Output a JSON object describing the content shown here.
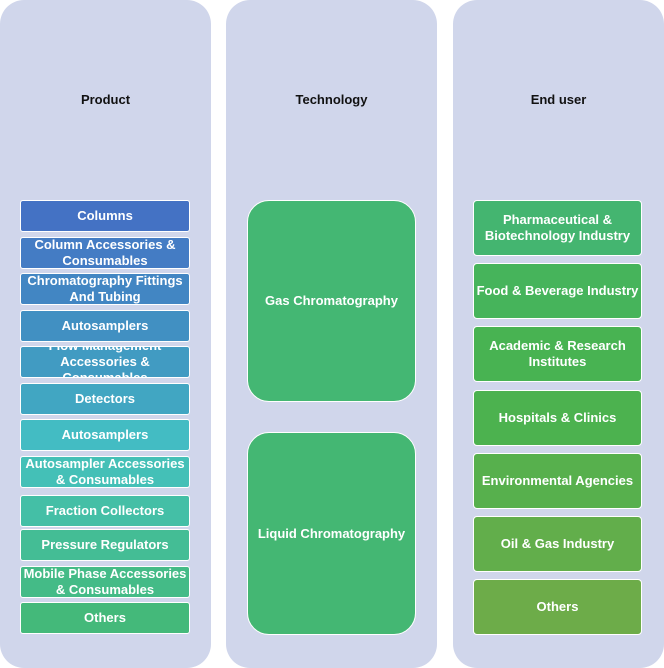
{
  "columns": [
    {
      "title": "Product"
    },
    {
      "title": "Technology"
    },
    {
      "title": "End user"
    }
  ],
  "product": {
    "items": [
      {
        "label": "Columns",
        "color": "#4472c4"
      },
      {
        "label": "Column Accessories & Consumables",
        "color": "#447cc4"
      },
      {
        "label": "Chromatography Fittings And Tubing",
        "color": "#4286c3"
      },
      {
        "label": "Autosamplers",
        "color": "#4190c2"
      },
      {
        "label": "Flow Management Accessories & Consumables",
        "color": "#419bc2"
      },
      {
        "label": "Detectors",
        "color": "#41a6c2"
      },
      {
        "label": "Autosamplers",
        "color": "#43bcc3"
      },
      {
        "label": "Autosampler Accessories & Consumables",
        "color": "#44c0b7"
      },
      {
        "label": "Fraction Collectors",
        "color": "#44bfa6"
      },
      {
        "label": "Pressure Regulators",
        "color": "#44bd95"
      },
      {
        "label": "Mobile Phase Accessories & Consumables",
        "color": "#44bb87"
      },
      {
        "label": "Others",
        "color": "#44b97a"
      }
    ]
  },
  "technology": {
    "items": [
      {
        "label": "Gas Chromatography"
      },
      {
        "label": "Liquid Chromatography"
      }
    ]
  },
  "end_user": {
    "items": [
      {
        "label": "Pharmaceutical & Biotechnology Industry",
        "color": "#44b570"
      },
      {
        "label": "Food & Beverage Industry",
        "color": "#46b45b"
      },
      {
        "label": "Academic & Research Institutes",
        "color": "#48b352"
      },
      {
        "label": "Hospitals & Clinics",
        "color": "#4cb24f"
      },
      {
        "label": "Environmental Agencies",
        "color": "#57b04d"
      },
      {
        "label": "Oil & Gas Industry",
        "color": "#62ae4b"
      },
      {
        "label": "Others",
        "color": "#6dac49"
      }
    ]
  }
}
